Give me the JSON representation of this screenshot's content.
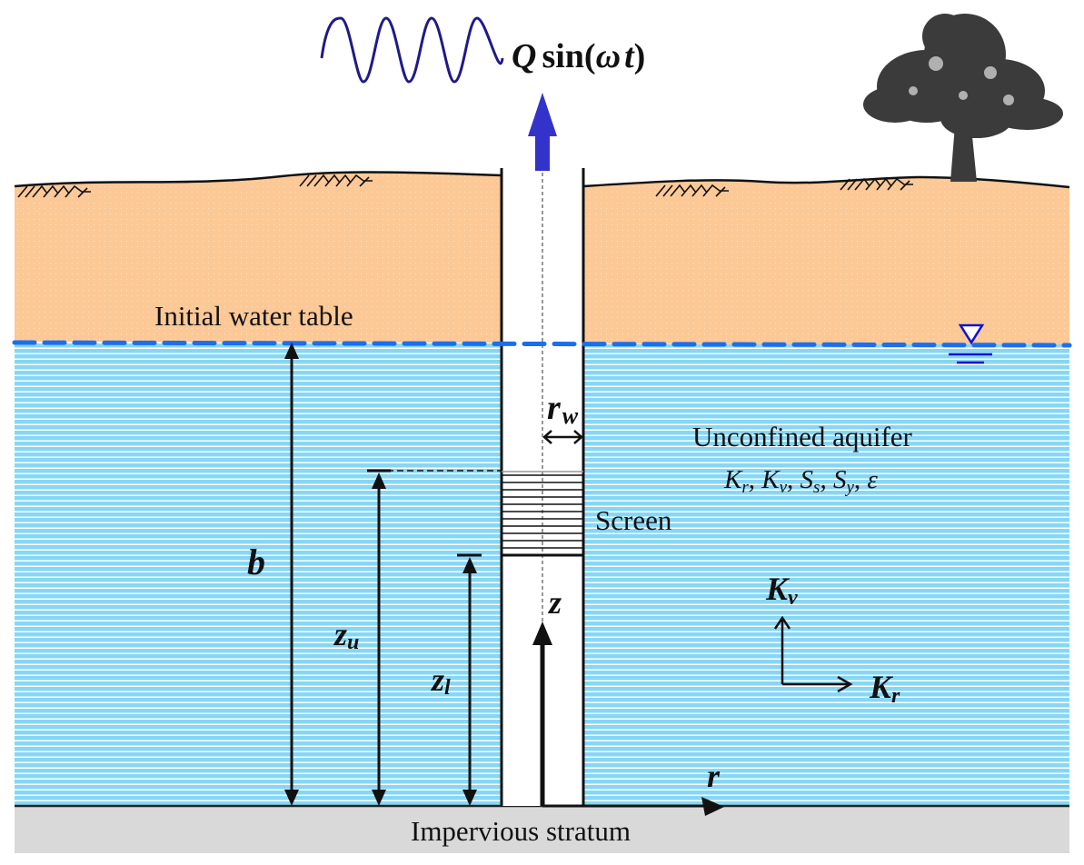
{
  "title_formula": {
    "Q": "Q",
    "func": "sin(",
    "omega": "ω",
    "t": "t",
    "close": ")"
  },
  "labels": {
    "initial_water_table": "Initial water table",
    "unconfined_aquifer": "Unconfined aquifer",
    "screen": "Screen",
    "impervious_stratum": "Impervious stratum",
    "b": "b",
    "z_u_main": "z",
    "z_u_sub": "u",
    "z_l_main": "z",
    "z_l_sub": "l",
    "z": "z",
    "r": "r",
    "r_w_main": "r",
    "r_w_sub": "w",
    "K_v_main": "K",
    "K_v_sub": "v",
    "K_r_main": "K",
    "K_r_sub": "r"
  },
  "parameters": [
    {
      "main": "K",
      "sub": "r",
      "sep": ", "
    },
    {
      "main": "K",
      "sub": "v",
      "sep": ", "
    },
    {
      "main": "S",
      "sub": "s",
      "sep": ", "
    },
    {
      "main": "S",
      "sub": "y",
      "sep": ", "
    },
    {
      "main": "ε",
      "sub": "",
      "sep": ""
    }
  ],
  "colors": {
    "soil": "#fbc896",
    "water": "#86d7f5",
    "water_table": "#1a6ef0",
    "pump_arrow": "#3333cc",
    "wave": "#1f1a8a",
    "impervious": "#d9d9d9",
    "tree": "#3b3b3b"
  }
}
